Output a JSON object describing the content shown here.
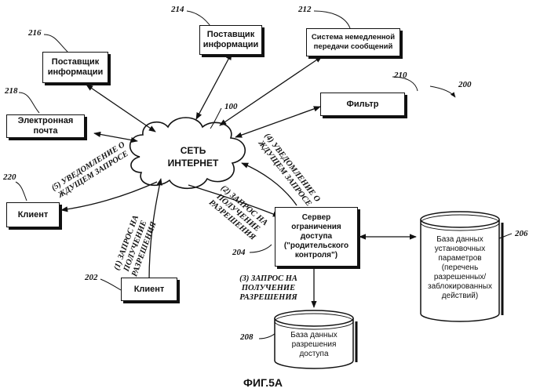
{
  "boxes": {
    "provider_216": "Поставщик информации",
    "provider_214": "Поставщик информации",
    "messaging_212": "Система немедленной передачи сообщений",
    "email_218": "Электронная почта",
    "filter_210": "Фильтр",
    "client_220": "Клиент",
    "server_204": "Сервер ограничения доступа (\"родительского контроля\")",
    "client_202": "Клиент"
  },
  "cloud": {
    "line1": "СЕТЬ",
    "line2": "ИНТЕРНЕТ"
  },
  "databases": {
    "settings_206": "База данных установочных параметров (перечень разрешенных/ заблокированных действий)",
    "permissions_208": "База данных разрешения доступа"
  },
  "refs": {
    "r216": "216",
    "r214": "214",
    "r212": "212",
    "r218": "218",
    "r210": "210",
    "r200": "200",
    "r100": "100",
    "r220": "220",
    "r204": "204",
    "r202": "202",
    "r206": "206",
    "r208": "208"
  },
  "arrow_labels": {
    "step1": "(1) ЗАПРОС НА ПОЛУЧЕНИЕ РАЗРЕШЕНИЯ",
    "step2": "(2) ЗАПРОС НА ПОЛУЧЕНИЕ РАЗРЕШЕНИЯ",
    "step3": "(3) ЗАПРОС НА ПОЛУЧЕНИЕ РАЗРЕШЕНИЯ",
    "step4": "(4) УВЕДОМЛЕНИЕ О ЖДУЩЕМ ЗАПРОСЕ",
    "step5": "(5) УВЕДОМЛЕНИЕ О ЖДУЩЕМ ЗАПРОСЕ"
  },
  "caption": "ФИГ.5А"
}
